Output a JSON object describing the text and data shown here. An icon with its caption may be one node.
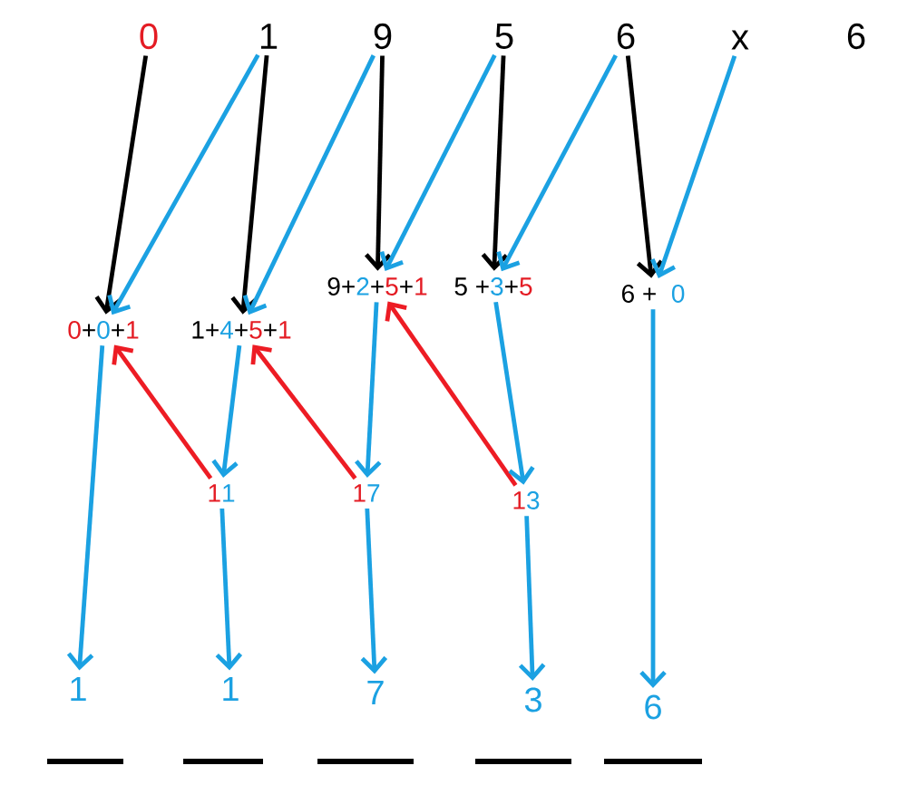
{
  "diagram": {
    "nodes": [
      {
        "text": [
          "0"
        ]
      },
      {
        "text": [
          "1"
        ]
      },
      {
        "text": [
          "9"
        ]
      },
      {
        "text": [
          "5"
        ]
      },
      {
        "text": [
          "6"
        ]
      },
      {
        "text": [
          "x"
        ]
      },
      {
        "text": [
          "0",
          "+",
          "0",
          "+",
          "1"
        ]
      },
      {
        "text": [
          "1+",
          "4",
          "+",
          "5",
          "+",
          "1"
        ]
      },
      {
        "text": [
          "9+",
          "2",
          "+",
          "5",
          "+",
          "1"
        ]
      },
      {
        "text": [
          "5 +",
          "3",
          "+",
          "5"
        ]
      },
      {
        "text": [
          "6 +",
          "0"
        ]
      },
      {
        "text": [
          "1",
          "1"
        ]
      },
      {
        "text": [
          "1",
          "7"
        ]
      },
      {
        "text": [
          "1",
          "3"
        ]
      },
      {
        "text": [
          "1"
        ]
      },
      {
        "text": [
          "1"
        ]
      },
      {
        "text": [
          "7"
        ]
      },
      {
        "text": [
          "3"
        ]
      },
      {
        "text": [
          "6"
        ]
      }
    ],
    "edges": [
      {
        "from": 0,
        "to": 6,
        "arrow": "to",
        "color": "#000000"
      },
      {
        "from": 1,
        "to": 6,
        "arrow": "to"
      },
      {
        "from": 1,
        "to": 7,
        "arrow": "to",
        "color": "#000000"
      },
      {
        "from": 2,
        "to": 7,
        "arrow": "to"
      },
      {
        "from": 2,
        "to": 8,
        "arrow": "to",
        "color": "#000000"
      },
      {
        "from": 3,
        "to": 8,
        "arrow": "to"
      },
      {
        "from": 3,
        "to": 9,
        "arrow": "to",
        "color": "#000000"
      },
      {
        "from": 4,
        "to": 9,
        "arrow": "to"
      },
      {
        "from": 4,
        "to": 10,
        "arrow": "to",
        "color": "#000000"
      },
      {
        "from": 5,
        "to": 10,
        "arrow": "to"
      },
      {
        "from": 11,
        "to": 6,
        "arrow": "to",
        "color": "#ed1c24"
      },
      {
        "from": 12,
        "to": 7,
        "arrow": "to",
        "color": "#ed1c24"
      },
      {
        "from": 13,
        "to": 8,
        "arrow": "to",
        "color": "#ed1c24"
      },
      {
        "from": 6,
        "to": 14,
        "arrow": "to"
      },
      {
        "from": 7,
        "to": 11,
        "arrow": "to"
      },
      {
        "from": 8,
        "to": 12,
        "arrow": "to"
      },
      {
        "from": 9,
        "to": 13,
        "arrow": "to"
      },
      {
        "from": 10,
        "to": 18,
        "arrow": "to"
      },
      {
        "from": 11,
        "to": 15,
        "arrow": "to"
      },
      {
        "from": 12,
        "to": 16,
        "arrow": "to"
      },
      {
        "from": 13,
        "to": 17,
        "arrow": "to"
      }
    ],
    "labels": [
      "6"
    ]
  }
}
